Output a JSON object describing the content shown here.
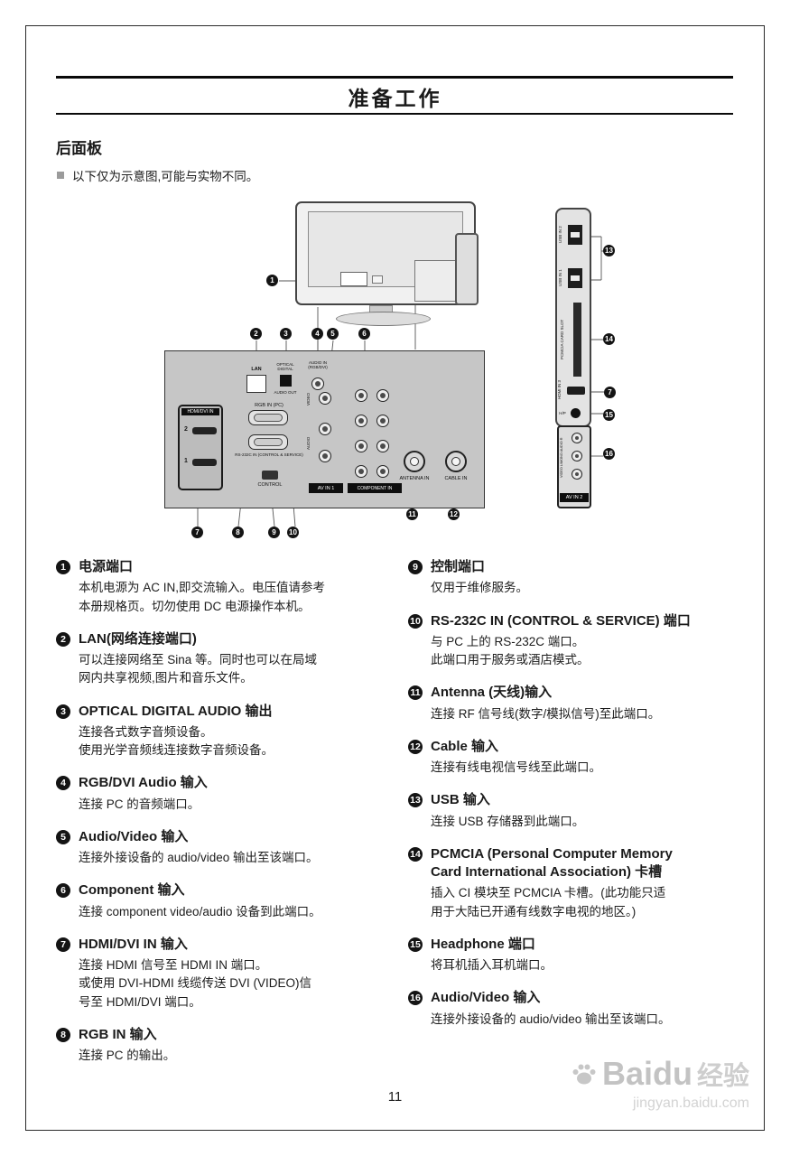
{
  "page": {
    "title": "准备工作",
    "number": "11"
  },
  "section": {
    "heading": "后面板",
    "note": "以下仅为示意图,可能与实物不同。"
  },
  "diagram": {
    "labels": {
      "lan": "LAN",
      "optical_line1": "OPTICAL",
      "optical_line2": "DIGITAL",
      "audio_out": "AUDIO OUT",
      "audio_in_line1": "AUDIO IN",
      "audio_in_line2": "(RGB/DVI)",
      "hdmi_block": "HDMI/DVI IN",
      "hdmi_port_2": "2",
      "hdmi_port_1": "1",
      "rgb_pc": "RGB IN (PC)",
      "rs232": "RS-232C IN (CONTROL & SERVICE)",
      "control": "CONTROL",
      "video": "VIDEO",
      "audio": "AUDIO",
      "av_in_1": "AV IN 1",
      "component_in": "COMPONENT IN",
      "antenna_in": "ANTENNA IN",
      "cable_in": "CABLE IN",
      "usb_in_2": "USB IN 2",
      "usb_in_1": "USB IN 1",
      "pcmcia_slot": "PCMCIA CARD SLOT",
      "hdmi_in_3": "HDMI IN 3",
      "hp": "H/P",
      "av2_jacks": "VIDEO L/MONO AUDIO R",
      "av_in_2": "AV IN 2"
    },
    "badges": {
      "power": "1",
      "lan": "2",
      "optical": "3",
      "rgb_dvi_audio": "4",
      "av1": "5",
      "component": "6",
      "hdmi": "7",
      "rgb_in": "8",
      "control": "9",
      "rs232": "10",
      "antenna": "11",
      "cable": "12",
      "usb": "13",
      "pcmcia": "14",
      "hdmi3": "7",
      "headphone": "15",
      "av2": "16"
    }
  },
  "items_left": [
    {
      "num": "1",
      "title": "电源端口",
      "body": "本机电源为 AC IN,即交流输入。电压值请参考\n本册规格页。切勿使用 DC 电源操作本机。"
    },
    {
      "num": "2",
      "title": "LAN(网络连接端口)",
      "body": "可以连接网络至 Sina 等。同时也可以在局域\n网内共享视频,图片和音乐文件。"
    },
    {
      "num": "3",
      "title": "OPTICAL DIGITAL AUDIO 输出",
      "body": "连接各式数字音频设备。\n使用光学音频线连接数字音频设备。"
    },
    {
      "num": "4",
      "title": "RGB/DVI Audio 输入",
      "body": "连接 PC 的音频端口。"
    },
    {
      "num": "5",
      "title": "Audio/Video 输入",
      "body": "连接外接设备的 audio/video 输出至该端口。"
    },
    {
      "num": "6",
      "title": "Component 输入",
      "body": "连接 component video/audio 设备到此端口。"
    },
    {
      "num": "7",
      "title": "HDMI/DVI IN 输入",
      "body": "连接 HDMI 信号至 HDMI IN 端口。\n或使用 DVI-HDMI 线缆传送 DVI (VIDEO)信\n号至 HDMI/DVI 端口。"
    },
    {
      "num": "8",
      "title": "RGB IN 输入",
      "body": "连接 PC 的输出。"
    }
  ],
  "items_right": [
    {
      "num": "9",
      "title": "控制端口",
      "body": "仅用于维修服务。"
    },
    {
      "num": "10",
      "title": "RS-232C IN (CONTROL & SERVICE) 端口",
      "body": "与 PC 上的 RS-232C 端口。\n此端口用于服务或酒店模式。"
    },
    {
      "num": "11",
      "title": "Antenna (天线)输入",
      "body": "连接 RF 信号线(数字/模拟信号)至此端口。"
    },
    {
      "num": "12",
      "title": "Cable 输入",
      "body": "连接有线电视信号线至此端口。"
    },
    {
      "num": "13",
      "title": "USB 输入",
      "body": "连接 USB 存储器到此端口。"
    },
    {
      "num": "14",
      "title": "PCMCIA (Personal Computer Memory\nCard International Association) 卡槽",
      "body": "插入 CI 模块至 PCMCIA 卡槽。(此功能只适\n用于大陆已开通有线数字电视的地区。)"
    },
    {
      "num": "15",
      "title": "Headphone 端口",
      "body": "将耳机插入耳机端口。"
    },
    {
      "num": "16",
      "title": "Audio/Video 输入",
      "body": "连接外接设备的 audio/video 输出至该端口。"
    }
  ],
  "watermark": {
    "brand_en": "Baidu",
    "brand_cn": "经验",
    "url": "jingyan.baidu.com"
  }
}
